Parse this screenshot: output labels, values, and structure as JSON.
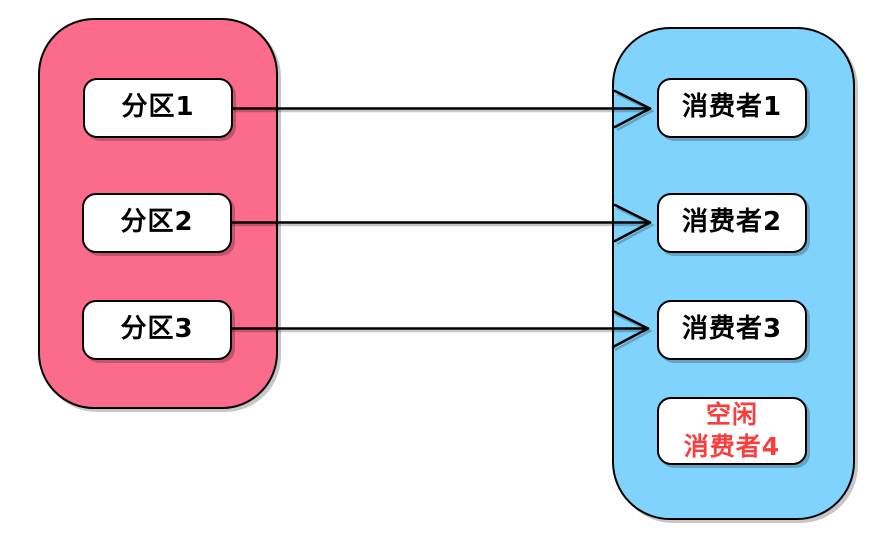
{
  "colors": {
    "background": "#ffffff",
    "partition_group_fill": "#FB6C8C",
    "consumer_group_fill": "#7FD3FC",
    "node_fill": "#ffffff",
    "stroke": "#000000",
    "idle_text": "#F93E3E"
  },
  "partition_group": {
    "nodes": [
      {
        "id": "partition-1",
        "label": "分区1"
      },
      {
        "id": "partition-2",
        "label": "分区2"
      },
      {
        "id": "partition-3",
        "label": "分区3"
      }
    ]
  },
  "consumer_group": {
    "nodes": [
      {
        "id": "consumer-1",
        "label": "消费者1"
      },
      {
        "id": "consumer-2",
        "label": "消费者2"
      },
      {
        "id": "consumer-3",
        "label": "消费者3"
      }
    ],
    "idle_node": {
      "id": "consumer-4",
      "label_line1": "空闲",
      "label_line2": "消费者4"
    }
  },
  "edges": [
    {
      "from": "分区1",
      "to": "消费者1"
    },
    {
      "from": "分区2",
      "to": "消费者2"
    },
    {
      "from": "分区3",
      "to": "消费者3"
    }
  ]
}
